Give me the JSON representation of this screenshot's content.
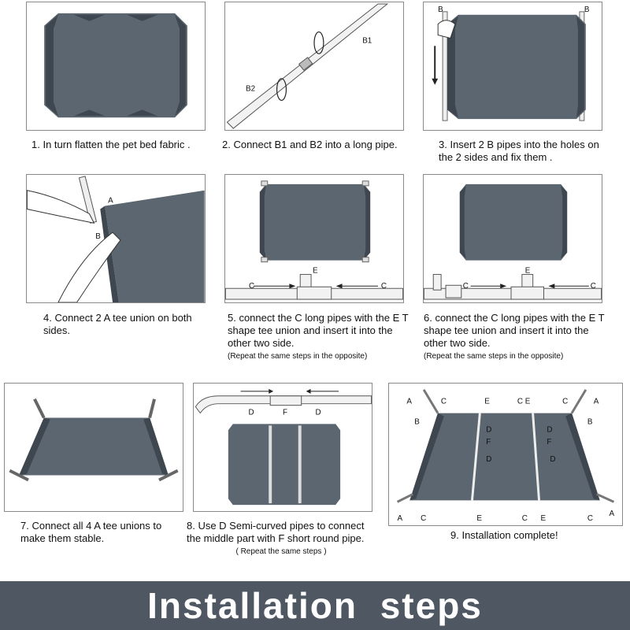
{
  "title": "Installation steps",
  "palette": {
    "fabric": "#5c6670",
    "fabric_dark": "#3e474f",
    "banner": "#4f5763"
  },
  "steps": [
    {
      "caption": "1.  In turn flatten the pet bed fabric ."
    },
    {
      "caption": "2. Connect B1 and B2 into a long pipe."
    },
    {
      "caption": "3. Insert 2 B pipes into the holes on the 2 sides and fix them ."
    },
    {
      "caption": "4. Connect 2 A tee union on both sides."
    },
    {
      "caption": "5. connect the C long pipes with the E T shape tee union and insert it into the other two side.",
      "note": "(Repeat the same steps in the opposite)"
    },
    {
      "caption": "6. connect the C long pipes with the E T shape tee union and insert it into the other two side.",
      "note": "(Repeat the same steps in the opposite)"
    },
    {
      "caption": "7. Connect all 4 A tee unions to make them stable."
    },
    {
      "caption": "8. Use D Semi-curved pipes to connect the middle part with F short round pipe.",
      "note": "( Repeat the same steps )"
    },
    {
      "caption": "9. Installation complete!"
    }
  ],
  "labels": {
    "b1": "B1",
    "b2": "B2",
    "a": "A",
    "b": "B",
    "c": "C",
    "d": "D",
    "e": "E",
    "f": "F"
  }
}
